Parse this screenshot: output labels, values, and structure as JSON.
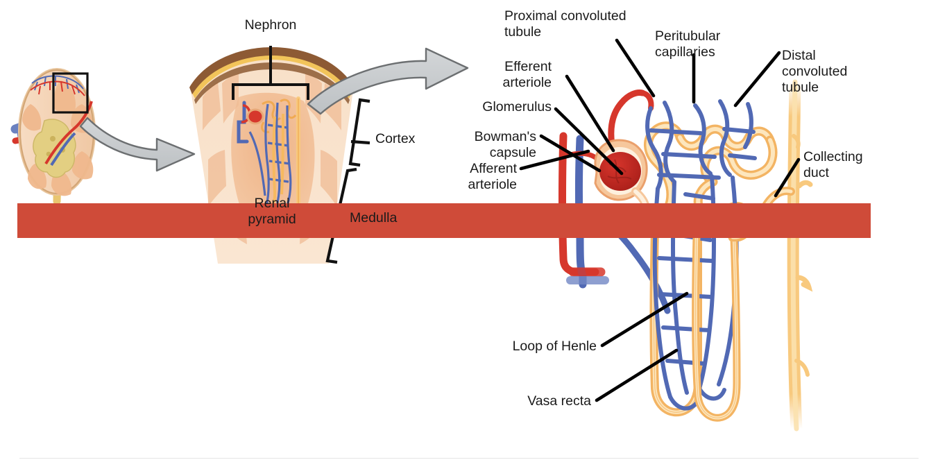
{
  "figure": {
    "title": "Kidney and nephron structure diagram",
    "band_color": "#cf4b39",
    "label_color": "#1a1a1a",
    "leader_color": "#000000",
    "arrow_fill": "#c6c9cb",
    "arrow_stroke": "#6c6f71",
    "artery_color": "#d12d26",
    "vein_color": "#5169b4",
    "tubule_color": "#f7c070",
    "tubule_light": "#fde6bd",
    "cortex_color": "#f6dcc2",
    "pyramid_color": "#eeb183",
    "capsule_color": "#f2c45a",
    "capsule_outline": "#8a5130"
  },
  "labels": {
    "nephron": "Nephron",
    "renal_pyramid": "Renal\npyramid",
    "cortex": "Cortex",
    "medulla": "Medulla",
    "proximal_convoluted_tubule": "Proximal convoluted\ntubule",
    "efferent_arteriole": "Efferent\narteriole",
    "glomerulus": "Glomerulus",
    "bowmans_capsule": "Bowman's\ncapsule",
    "afferent_arteriole": "Afferent\narteriole",
    "peritubular_capillaries": "Peritubular\ncapillaries",
    "distal_convoluted_tubule": "Distal\nconvoluted\ntubule",
    "collecting_duct": "Collecting\nduct",
    "loop_of_henle": "Loop of Henle",
    "vasa_recta": "Vasa recta"
  },
  "panels": {
    "kidney_section": "kidney-cross-section",
    "pyramid_wedge": "renal-pyramid-wedge",
    "nephron_detail": "nephron-detail"
  }
}
